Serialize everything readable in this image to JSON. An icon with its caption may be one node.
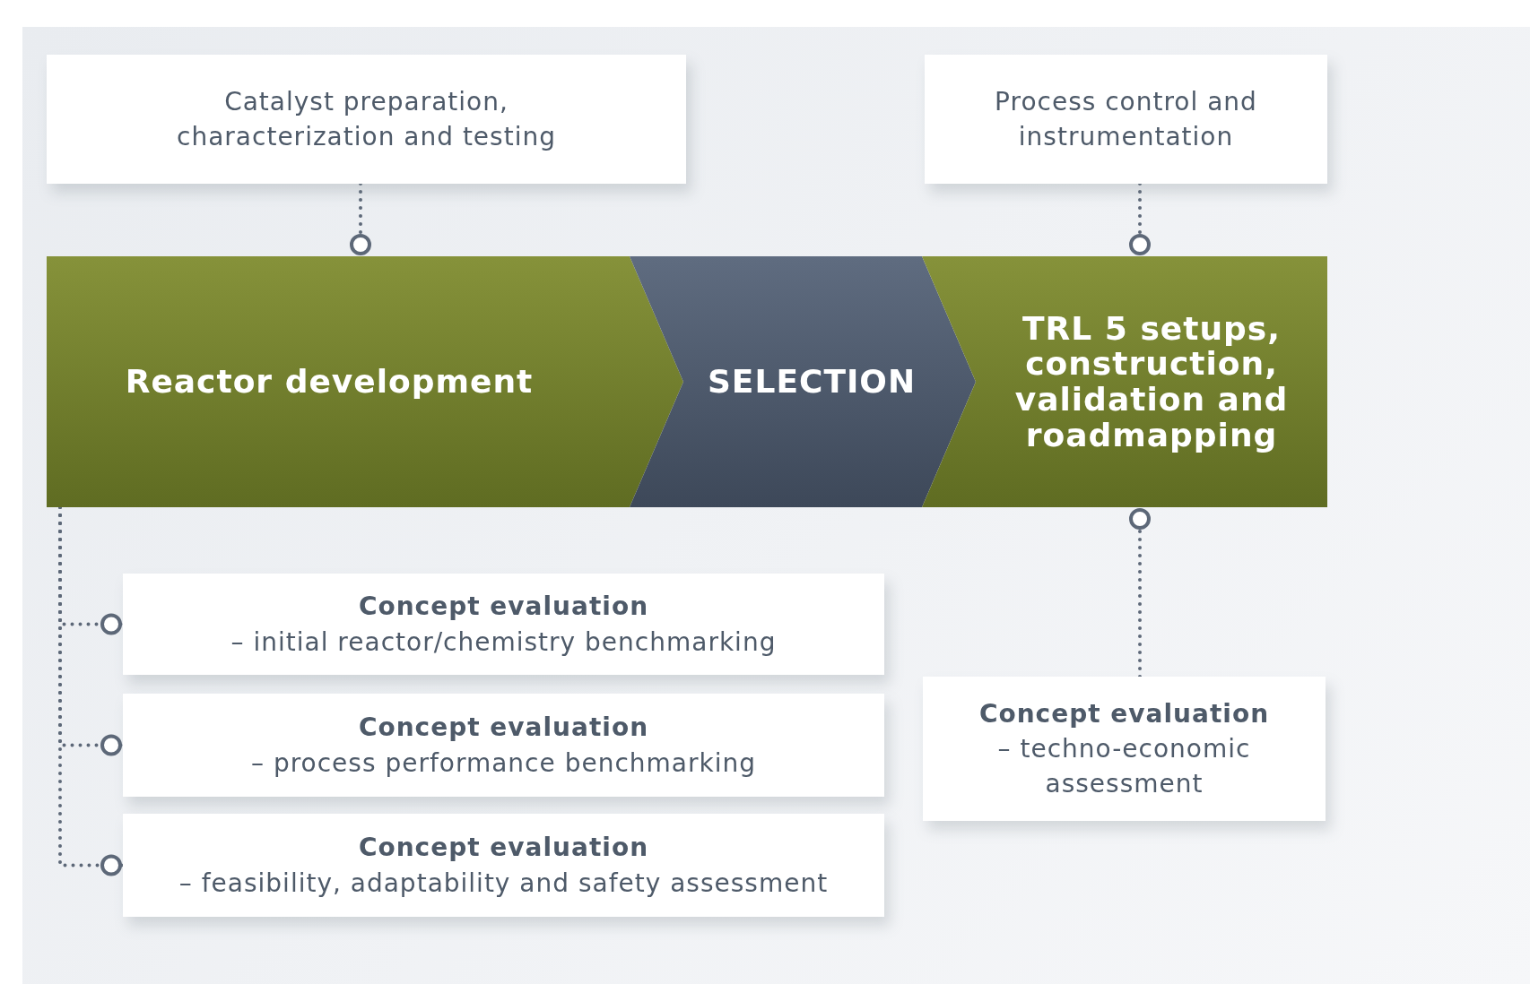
{
  "diagram": {
    "nodes": [
      {
        "text": [
          "Catalyst preparation, characterization and testing"
        ]
      },
      {
        "text": [
          "Process control and instrumentation"
        ]
      },
      {
        "text": [
          "Reactor development"
        ]
      },
      {
        "text": [
          "SELECTION"
        ]
      },
      {
        "text": [
          "TRL 5 setups, construction, validation and roadmapping"
        ]
      },
      {
        "text": [
          "Concept evaluation",
          "– initial reactor/chemistry benchmarking"
        ]
      },
      {
        "text": [
          "Concept evaluation",
          "– process performance benchmarking"
        ]
      },
      {
        "text": [
          "Concept evaluation",
          "– feasibility, adaptability and safety assessment"
        ]
      },
      {
        "text": [
          "Concept evaluation",
          "– techno-economic assessment"
        ]
      }
    ],
    "edges": [
      {
        "from": 0,
        "to": 2,
        "arrow": "other",
        "style": "dashed"
      },
      {
        "from": 1,
        "to": 4,
        "arrow": "other",
        "style": "dashed"
      },
      {
        "from": 8,
        "to": 4,
        "arrow": "other",
        "style": "dashed"
      },
      {
        "from": 2,
        "to": 5,
        "arrow": "other",
        "style": "dashed"
      },
      {
        "from": 2,
        "to": 6,
        "arrow": "other",
        "style": "dashed"
      },
      {
        "from": 2,
        "to": 7,
        "arrow": "other",
        "style": "dashed"
      }
    ]
  }
}
